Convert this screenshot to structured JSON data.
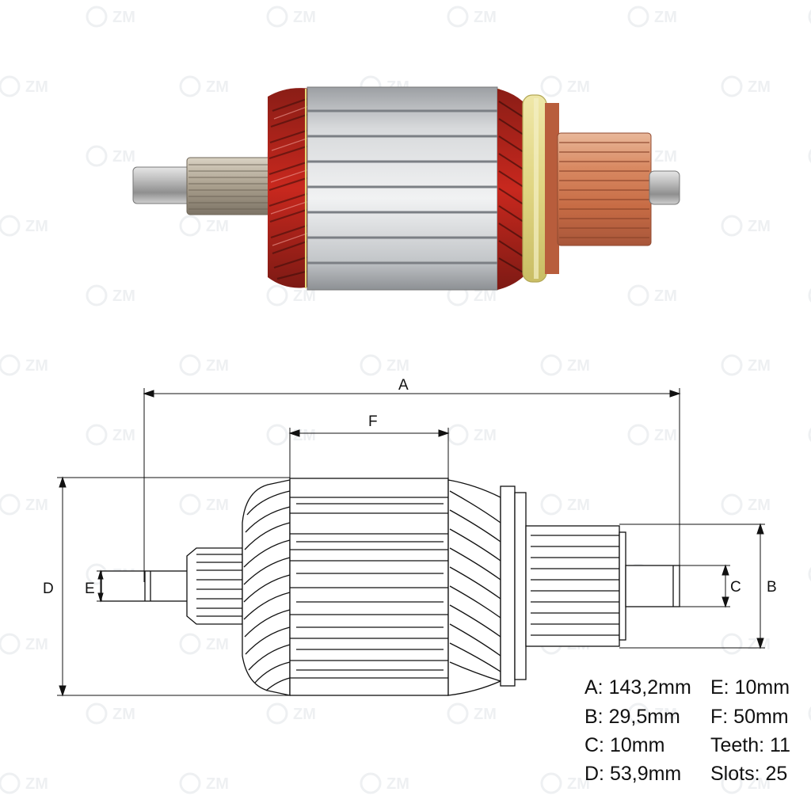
{
  "watermark": {
    "text": "ZM"
  },
  "dimension_letters": {
    "A": "A",
    "B": "B",
    "C": "C",
    "D": "D",
    "E": "E",
    "F": "F"
  },
  "specs": [
    {
      "label": "A: 143,2mm"
    },
    {
      "label": "E: 10mm"
    },
    {
      "label": "B: 29,5mm"
    },
    {
      "label": "F: 50mm"
    },
    {
      "label": "C: 10mm"
    },
    {
      "label": "Teeth: 11"
    },
    {
      "label": "D: 53,9mm"
    },
    {
      "label": "Slots: 25"
    }
  ],
  "colors": {
    "copper": "#c9744e",
    "winding_red": "#c8281e",
    "insulation_yellow": "#e6dc8a",
    "steel": "#b9bcc0",
    "line": "#111111"
  }
}
